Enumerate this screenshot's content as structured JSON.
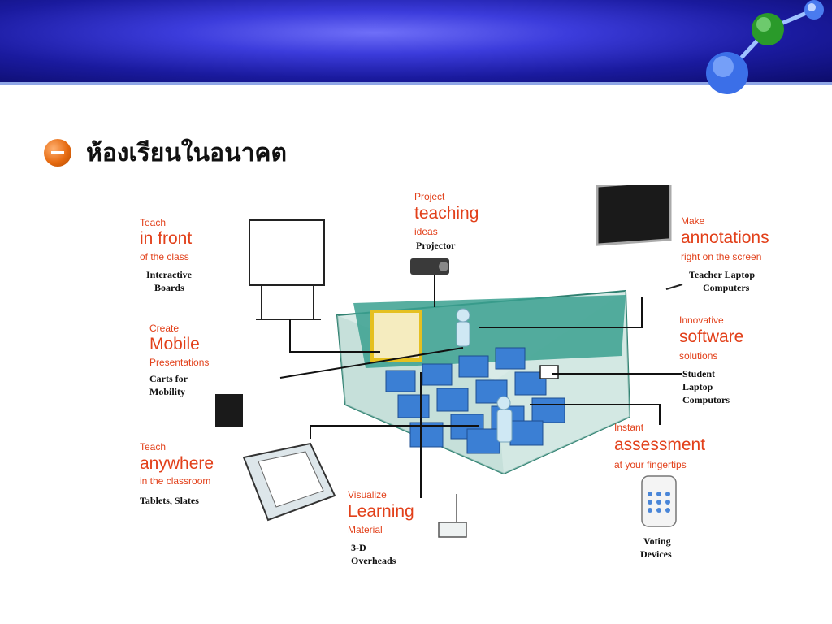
{
  "slide": {
    "title": "ห้องเรียนในอนาคต"
  },
  "colors": {
    "banner": "#1a1a9e",
    "accent": "#e2401a",
    "bullet": "#e66a10",
    "room": "#2f9a8a",
    "desk": "#3b7fd4"
  },
  "labels": {
    "interactive": {
      "pre": "Teach",
      "big": "in front",
      "post": "of the class",
      "device1": "Interactive",
      "device2": "Boards"
    },
    "projector": {
      "pre": "Project",
      "big": "teaching",
      "post": "ideas",
      "device1": "Projector"
    },
    "laptop": {
      "pre": "Make",
      "big": "annotations",
      "post": "right on the screen",
      "device1": "Teacher Laptop",
      "device2": "Computers"
    },
    "mobile": {
      "pre": "Create",
      "big": "Mobile",
      "post": "Presentations",
      "device1": "Carts for",
      "device2": "Mobility"
    },
    "software": {
      "pre": "Innovative",
      "big": "software",
      "post": "solutions",
      "device1": "Student",
      "device2": "Laptop",
      "device3": "Computors"
    },
    "anywhere": {
      "pre": "Teach",
      "big": "anywhere",
      "post": "in the classroom",
      "device1": "Tablets, Slates"
    },
    "assessment": {
      "pre": "Instant",
      "big": "assessment",
      "post": "at your fingertips",
      "device1": "Voting",
      "device2": "Devices"
    },
    "visualize": {
      "pre": "Visualize",
      "big": "Learning",
      "post": "Material",
      "device1": "3-D",
      "device2": "Overheads"
    }
  }
}
